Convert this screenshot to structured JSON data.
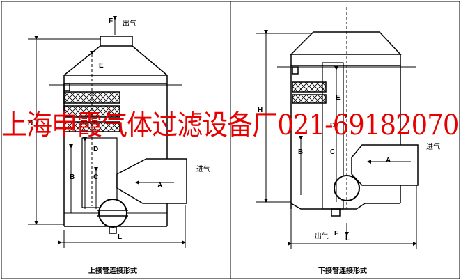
{
  "left_diagram": {
    "caption": "上接管连接形式",
    "outlet_label": "出气",
    "outlet_letter": "F",
    "inlet_label": "进气",
    "letters": {
      "E": "E",
      "D": "D",
      "C": "C",
      "B": "B",
      "A": "A",
      "H": "H",
      "L": "L"
    }
  },
  "right_diagram": {
    "caption": "下接管连接形式",
    "outlet_label": "出气",
    "outlet_letter": "F",
    "inlet_label": "进气",
    "letters": {
      "E": "E",
      "D": "D",
      "C": "C",
      "B": "B",
      "A": "A",
      "H": "H",
      "L": "L"
    }
  },
  "watermark": "上海申霞气体过滤设备厂021-69182070",
  "colors": {
    "line": "#000000",
    "watermark": "#e60000",
    "background": "#ffffff"
  }
}
